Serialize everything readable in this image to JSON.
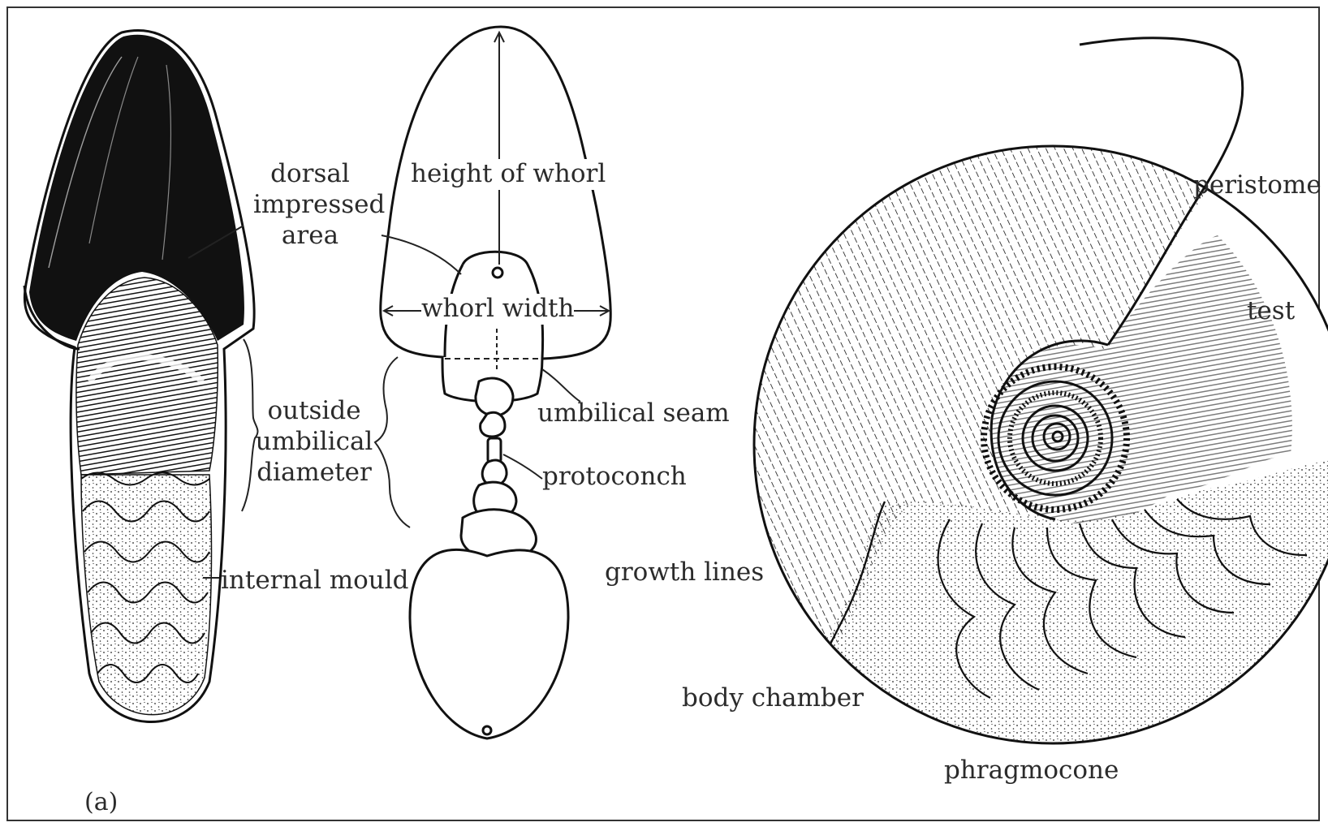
{
  "figure": {
    "panel_label": "(a)",
    "colors": {
      "ink": "#1a1a1a",
      "paper": "#ffffff",
      "label": "#2b2b2b"
    }
  },
  "labels": {
    "dorsal_impressed_area": "dorsal\nimpressed\narea",
    "outside_umbilical_diameter": "outside\numbilical\ndiameter",
    "internal_mould": "internal mould",
    "height_of_whorl": "height of whorl",
    "whorl_width": "whorl width",
    "umbilical_seam": "umbilical seam",
    "protoconch": "protoconch",
    "growth_lines": "growth lines",
    "body_chamber": "body chamber",
    "phragmocone": "phragmocone",
    "peristome": "peristome",
    "test": "test"
  }
}
